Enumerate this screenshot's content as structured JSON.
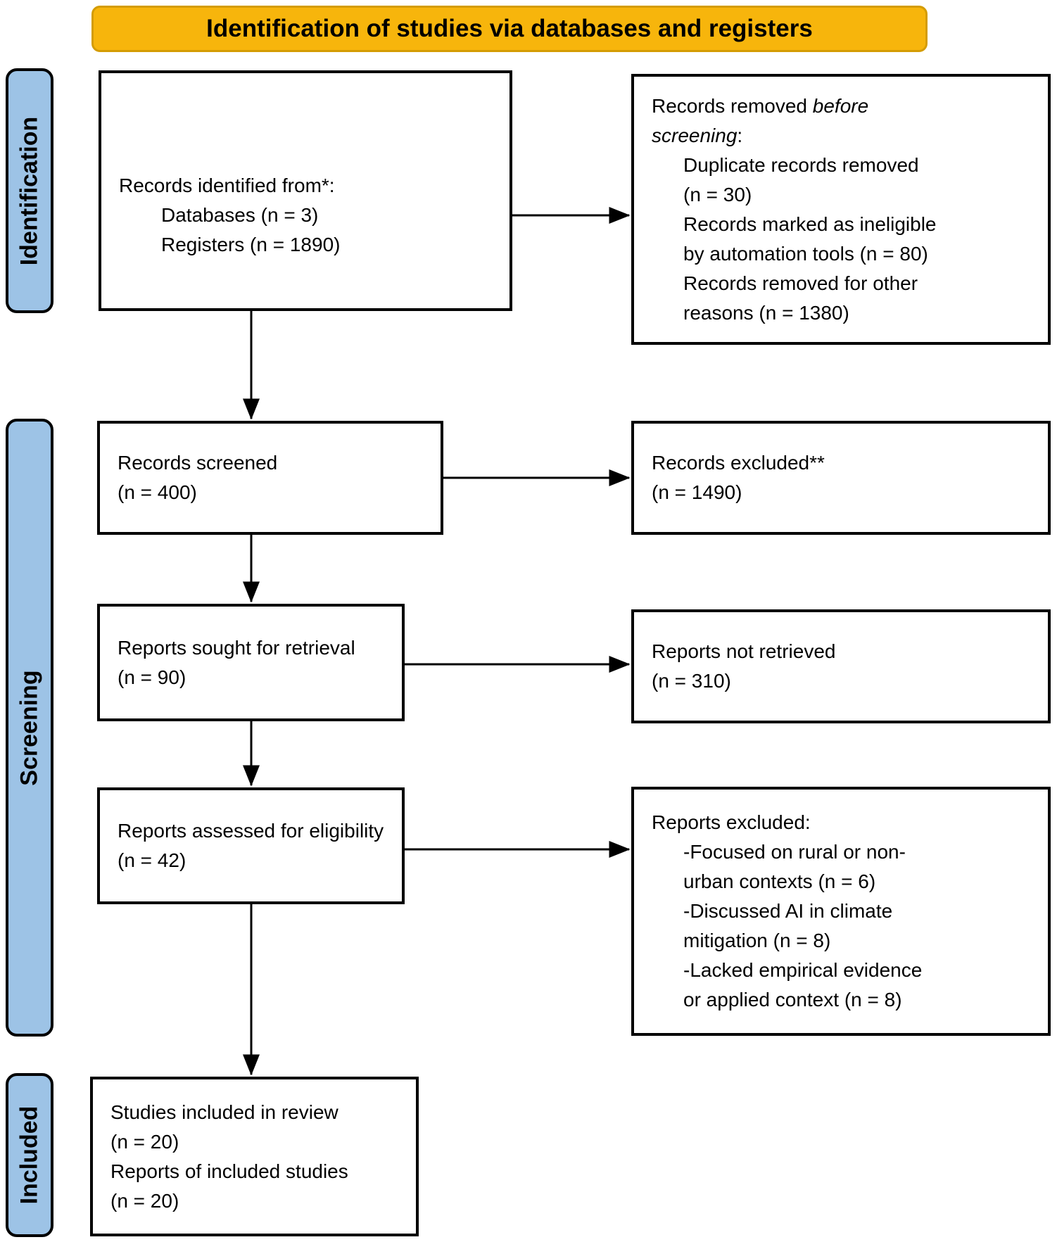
{
  "banner": {
    "title": "Identification of studies via databases and registers"
  },
  "sidebar": {
    "identification": "Identification",
    "screening": "Screening",
    "included": "Included"
  },
  "boxes": {
    "records_identified": {
      "title": "Records identified from*:",
      "items": "Databases (n = 3)\nRegisters (n = 1890)"
    },
    "records_removed": {
      "title_normal": "Records removed ",
      "title_italic": "before\nscreening",
      "title_colon": ":",
      "items": "Duplicate records removed\n(n = 30)\nRecords marked as ineligible\nby automation tools (n = 80)\nRecords removed for other\nreasons (n = 1380)"
    },
    "records_screened": {
      "text": "Records screened\n(n = 400)"
    },
    "records_excluded": {
      "text": "Records excluded**\n(n = 1490)"
    },
    "reports_sought": {
      "text": "Reports sought for retrieval\n(n = 90)"
    },
    "reports_not_retrieved": {
      "text": "Reports not retrieved\n(n = 310)"
    },
    "reports_assessed": {
      "text": "Reports assessed for eligibility\n(n = 42)"
    },
    "reports_excluded": {
      "title": "Reports excluded:",
      "items": "-Focused on rural or non-\nurban contexts (n = 6)\n-Discussed AI in climate\nmitigation (n = 8)\n-Lacked empirical evidence\nor applied context (n = 8)"
    },
    "studies_included": {
      "text": "Studies included in review\n(n = 20)\nReports of included studies\n(n = 20)"
    }
  },
  "colors": {
    "banner_fill": "#F7B50C",
    "banner_border": "#D49C04",
    "sidebar_fill": "#9DC3E6",
    "box_border": "#000000",
    "arrow": "#000000"
  }
}
